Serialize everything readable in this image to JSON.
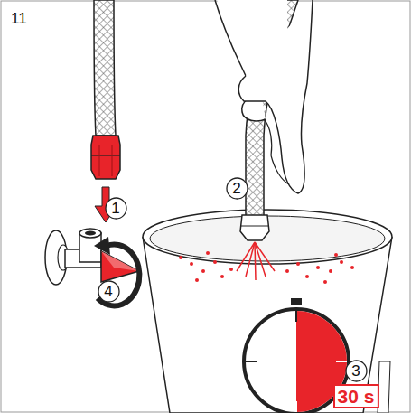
{
  "diagram": {
    "nodes": [
      {
        "text": [
          "1"
        ]
      },
      {
        "text": [
          "2"
        ]
      },
      {
        "text": [
          "3"
        ]
      },
      {
        "text": [
          "30 s"
        ]
      },
      {
        "text": [
          "4"
        ]
      }
    ],
    "labels": [
      "11"
    ]
  }
}
